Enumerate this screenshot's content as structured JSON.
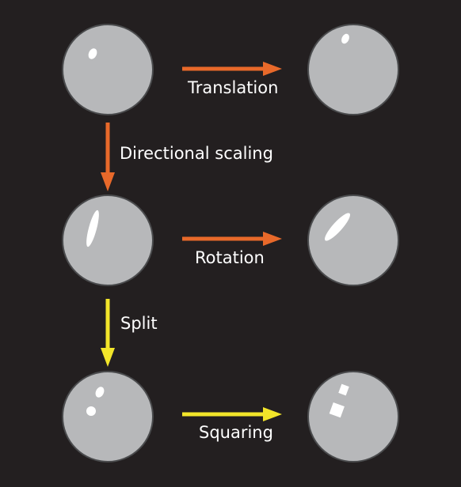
{
  "labels": {
    "translation": "Translation",
    "directional_scaling": "Directional scaling",
    "rotation": "Rotation",
    "split": "Split",
    "squaring": "Squaring"
  },
  "colors": {
    "background": "#231f20",
    "sphere_light": "#b7b8ba",
    "sphere_shadow": "#5f6062",
    "sphere_outline": "#4a4b4d",
    "highlight": "#ffffff",
    "arrow_orange": "#e8692a",
    "arrow_yellow": "#f2e52a",
    "label_text": "#ffffff"
  }
}
